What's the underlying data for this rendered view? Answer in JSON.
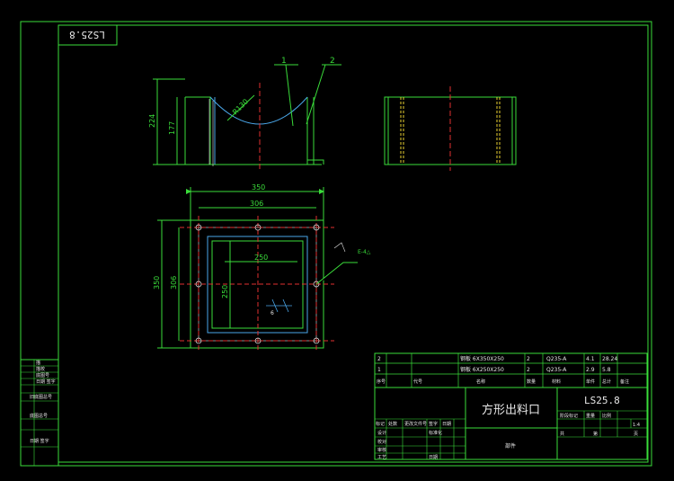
{
  "stamp": {
    "mirrored_code": "LS25.8"
  },
  "balloons": {
    "one": "1",
    "two": "2"
  },
  "front_view": {
    "radius": "R130",
    "dim_total_height": "224",
    "dim_inner_height": "177"
  },
  "top_view": {
    "dim_outer_width": "350",
    "dim_inner_width": "306",
    "dim_opening_width": "250",
    "dim_outer_height": "350",
    "dim_inner_height": "306",
    "dim_opening_height": "250",
    "weld_note": "E-4△",
    "weld_symbol": "6"
  },
  "left_revision_block": {
    "rows": [
      "描",
      "描校",
      "底图号",
      "日期 签字",
      "旧底图总号",
      "底图总号",
      "日期 签字"
    ]
  },
  "parts_list": {
    "rows": [
      {
        "no": "2",
        "code": "",
        "name": "钢板 6X350X250",
        "qty": "2",
        "material": "Q235-A",
        "unit_weight": "4.1",
        "total_weight": "28.24",
        "note": ""
      },
      {
        "no": "1",
        "code": "",
        "name": "钢板 6X250X250",
        "qty": "2",
        "material": "Q235-A",
        "unit_weight": "2.9",
        "total_weight": "5.8",
        "note": ""
      }
    ],
    "header": {
      "no": "序号",
      "code": "代号",
      "name": "名称",
      "qty": "数量",
      "material": "材料",
      "unit_weight": "单件",
      "total_weight": "总计",
      "note": "备注"
    }
  },
  "title_block": {
    "drawing_title": "方形出料口",
    "drawing_code": "LS25.8",
    "category": "部件",
    "stage_label": "阶段标记",
    "weight_label": "重量",
    "scale_label": "比例",
    "scale_value": "1:4",
    "sheet_total_label": "共",
    "sheet_label": "第",
    "page_label": "页",
    "marks": [
      "标记",
      "处数",
      "更改文件号",
      "签字",
      "日期"
    ],
    "roles": [
      "设计",
      "校对",
      "审核",
      "工艺"
    ],
    "role_values": [
      "",
      "标准化",
      "",
      "日期"
    ]
  }
}
